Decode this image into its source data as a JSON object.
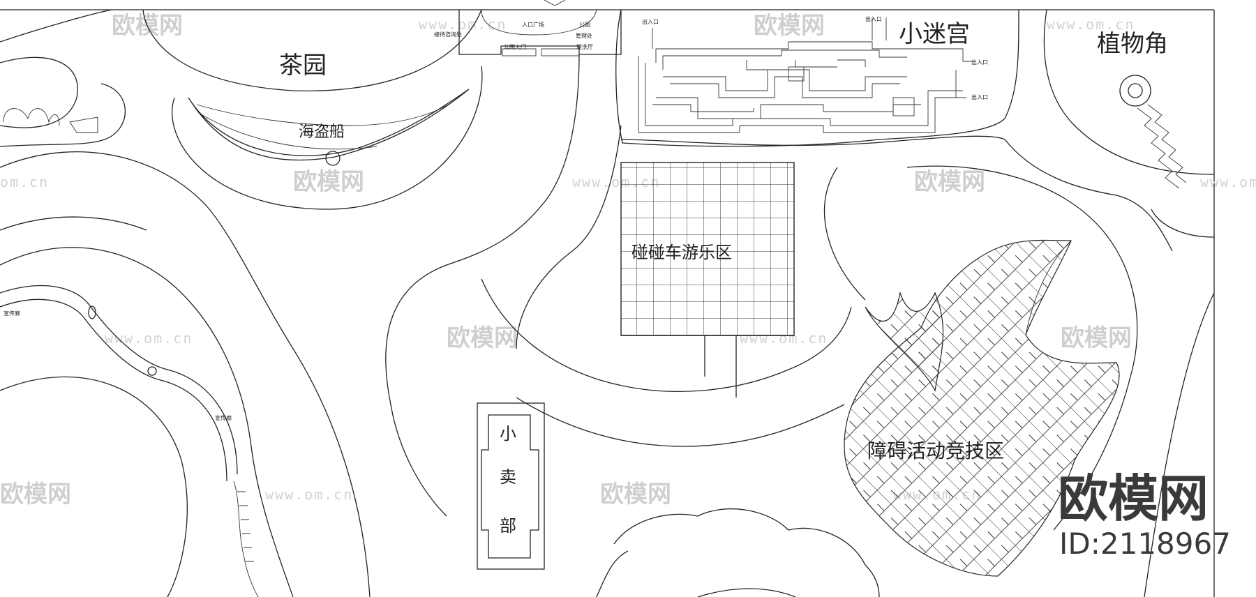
{
  "zones": {
    "tea_garden": "茶园",
    "pirate_ship": "海盗船",
    "small_maze": "小迷宫",
    "plant_corner": "植物角",
    "bumper_cars": "碰碰车游乐区",
    "obstacle_area": "障碍活动竞技区",
    "kiosk": [
      "小",
      "卖",
      "部"
    ]
  },
  "small_labels": {
    "entrance_1": "出入口",
    "entrance_2": "出入口",
    "entrance_3": "出入口",
    "entrance_4": "出入口",
    "entry_plaza": "入口广场",
    "park_gate": "公园大门",
    "info_desk": "接待咨询处",
    "park": "公园",
    "mgmt_office": "管理处",
    "washroom": "盥洗厅",
    "promo_1": "宣传廊",
    "promo_2": "宣传廊"
  },
  "watermark": {
    "text": "欧模网",
    "url": "www.om.cn",
    "url_partial": "om.cn"
  },
  "brand": {
    "name": "欧模网",
    "id": "ID:2118967"
  }
}
